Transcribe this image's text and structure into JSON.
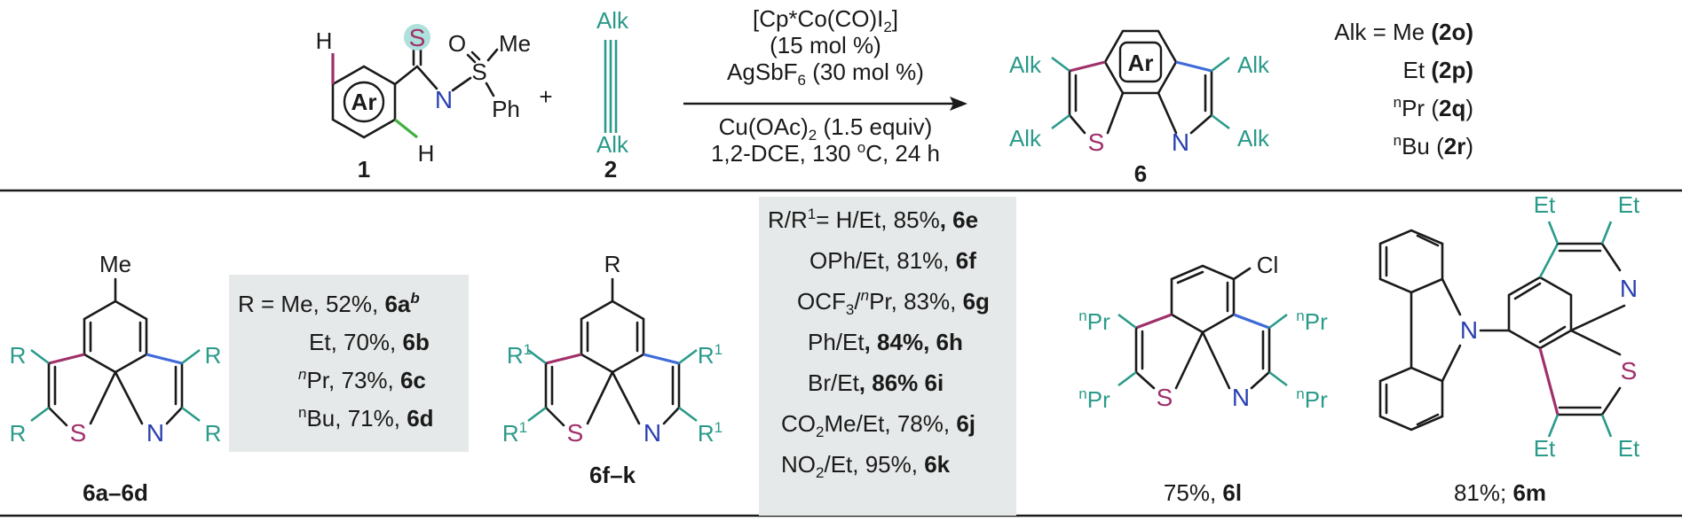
{
  "scheme": {
    "reactant1": {
      "id": "1",
      "labels": {
        "h_top": "H",
        "h_bottom": "H",
        "ar": "Ar",
        "s": "S",
        "o": "O",
        "n": "N",
        "s2": "S",
        "me": "Me",
        "ph": "Ph"
      }
    },
    "plus": "+",
    "reactant2": {
      "id": "2",
      "alk_top": "Alk",
      "alk_bottom": "Alk"
    },
    "conditions": {
      "line1": "[Cp*Co(CO)I",
      "line1_sub": "2",
      "line1_end": "]",
      "line2": "(15 mol %)",
      "line3": "AgSbF",
      "line3_sub": "6",
      "line3_end": " (30 mol %)",
      "line4": "Cu(OAc)",
      "line4_sub": "2",
      "line4_end": " (1.5 equiv)",
      "line5": "1,2-DCE, 130 ",
      "line5_sup": "o",
      "line5_end": "C, 24 h"
    },
    "product": {
      "id": "6",
      "ar": "Ar",
      "alk": "Alk",
      "s": "S",
      "n": "N"
    },
    "alk_defs": [
      {
        "prefix": "Alk = Me ",
        "sup": "",
        "code": "(2o)"
      },
      {
        "prefix": "Et ",
        "sup": "",
        "code": "(2p)"
      },
      {
        "prefix": "Pr (",
        "sup": "n",
        "code": "2q",
        "end": ")"
      },
      {
        "prefix": "Bu (",
        "sup": "n",
        "code": "2r",
        "end": ")"
      }
    ]
  },
  "compounds": {
    "c6ad": {
      "me": "Me",
      "r": "R",
      "s": "S",
      "n": "N",
      "label_a": "6a",
      "label_dash": "–",
      "label_b": "6d"
    },
    "box1": [
      {
        "text": "R =  Me, 52%, ",
        "code": "6a",
        "sup": "b"
      },
      {
        "text": "Et, 70%, ",
        "code": "6b"
      },
      {
        "pre": "n",
        "text": "Pr, 73%, ",
        "code": "6c"
      },
      {
        "pre": "n",
        "text": "Bu, 71%, ",
        "code": "6d"
      }
    ],
    "c6fk": {
      "r": "R",
      "r1": "R",
      "r1sup": "1",
      "s": "S",
      "n": "N",
      "label_a": "6f",
      "label_dash": "–",
      "label_b": "k"
    },
    "box2": [
      {
        "text": "R/R",
        "sup": "1",
        "text2": "= H/Et, 85%",
        "code": ", 6e"
      },
      {
        "text": "OPh/Et, 81%, ",
        "code": "6f"
      },
      {
        "text": "OCF",
        "sub": "3",
        "text2": "/",
        "pre": "n",
        "text3": "Pr, 83%, ",
        "code": "6g"
      },
      {
        "text": "Ph/Et",
        "code": ", 84%,  6h"
      },
      {
        "text": "Br/Et",
        "code": ", 86% 6i"
      },
      {
        "text": "CO",
        "sub": "2",
        "text2": "Me/Et, 78%, ",
        "code": "6j"
      },
      {
        "text": "NO",
        "sub": "2",
        "text2": "/Et, 95%, ",
        "code": "6k"
      }
    ],
    "c6l": {
      "cl": "Cl",
      "npr": "Pr",
      "nsup": "n",
      "s": "S",
      "n": "N",
      "yield": "75%, ",
      "code": "6l"
    },
    "c6m": {
      "et": "Et",
      "n": "N",
      "s": "S",
      "yield": "81%; ",
      "code": "6m"
    }
  },
  "colors": {
    "teal": "#2a9a8a",
    "purple": "#a0306a",
    "blue": "#3f6ad8",
    "green": "#3fb040",
    "box": "#e6e9e9"
  }
}
